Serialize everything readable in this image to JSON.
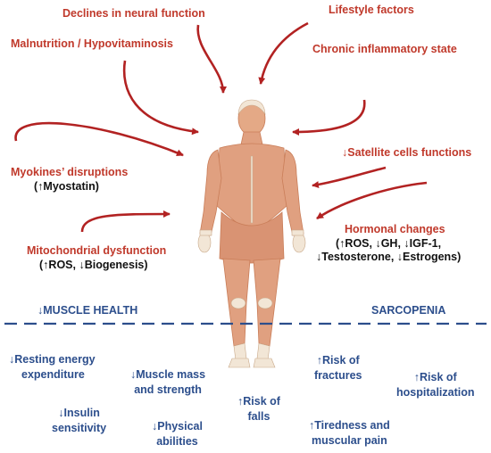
{
  "factors": {
    "neural": "Declines in neural function",
    "lifestyle": "Lifestyle factors",
    "malnutrition": "Malnutrition / Hypovitaminosis",
    "inflammation": "Chronic inflammatory state",
    "satellite": "↓Satellite cells functions",
    "myokines": {
      "title": "Myokines’ disruptions",
      "detail": "(↑Myostatin)"
    },
    "mitochondrial": {
      "title": "Mitochondrial dysfunction",
      "detail": "(↑ROS, ↓Biogenesis)"
    },
    "hormonal": {
      "title": "Hormonal changes",
      "detail_line1": "(↑ROS, ↓GH, ↓IGF-1,",
      "detail_line2": "↓Testosterone, ↓Estrogens)"
    }
  },
  "sections": {
    "left": "↓MUSCLE HEALTH",
    "right": "SARCOPENIA"
  },
  "outcomes": {
    "energy": [
      "↓Resting energy",
      "expenditure"
    ],
    "insulin": [
      "↓Insulin",
      "sensitivity"
    ],
    "muscle": [
      "↓Muscle mass",
      "and strength"
    ],
    "physical": [
      "↓Physical",
      "abilities"
    ],
    "falls": [
      "↑Risk of",
      "falls"
    ],
    "fractures": [
      "↑Risk of",
      "fractures"
    ],
    "tiredness": [
      "↑Tiredness and",
      "muscular pain"
    ],
    "hospitalization": [
      "↑Risk of",
      "hospitalization"
    ]
  },
  "colors": {
    "factor_red": "#c0392b",
    "arrow_red": "#b22222",
    "outcome_blue": "#2c4e8c",
    "divider_blue": "#2c4e8c",
    "muscle": "#e0a080",
    "skin_tendon": "#f2e6d6"
  },
  "figure": {
    "icon": "human-muscular-system-icon"
  }
}
